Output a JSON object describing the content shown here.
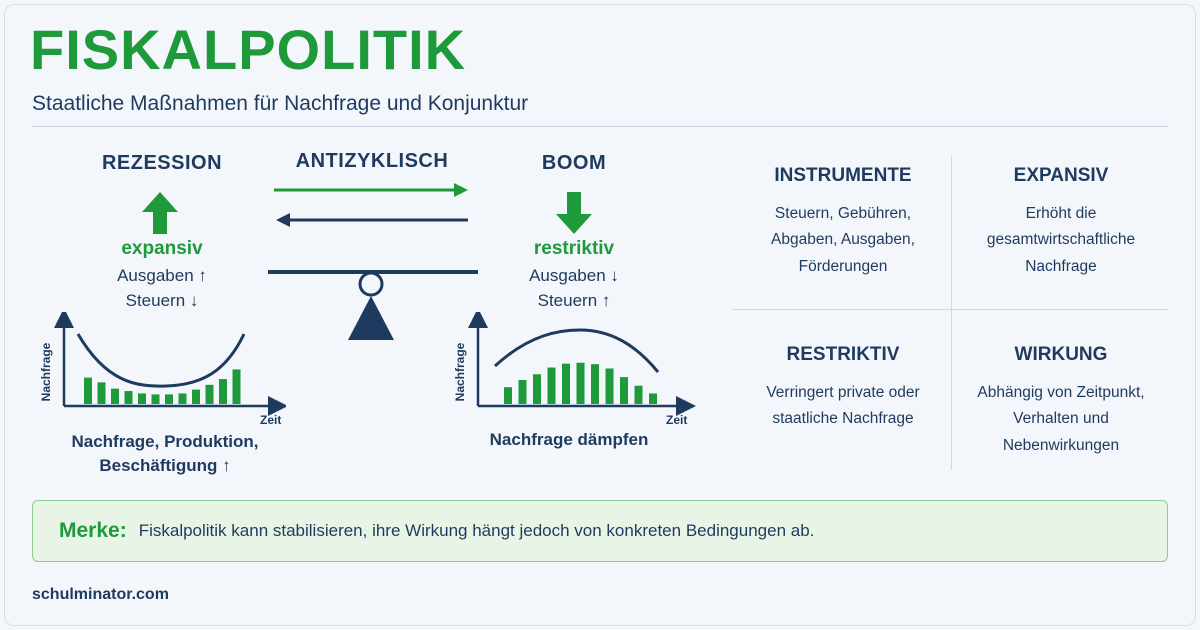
{
  "header": {
    "title": "FISKALPOLITIK",
    "subtitle": "Staatliche Maßnahmen für Nachfrage und Konjunktur"
  },
  "recession": {
    "heading": "REZESSION",
    "policy": "expansiv",
    "line1": "Ausgaben ↑",
    "line2": "Steuern ↓",
    "y_label": "Nachfrage",
    "x_label": "Zeit",
    "caption_line1": "Nachfrage, Produktion,",
    "caption_line2": "Beschäftigung ↑",
    "bars": [
      0.55,
      0.45,
      0.32,
      0.27,
      0.22,
      0.2,
      0.2,
      0.22,
      0.3,
      0.4,
      0.52,
      0.72
    ]
  },
  "center": {
    "heading": "ANTIZYKLISCH"
  },
  "boom": {
    "heading": "BOOM",
    "policy": "restriktiv",
    "line1": "Ausgaben ↓",
    "line2": "Steuern ↑",
    "y_label": "Nachfrage",
    "x_label": "Zeit",
    "caption": "Nachfrage dämpfen",
    "bars": [
      0.35,
      0.5,
      0.62,
      0.76,
      0.84,
      0.86,
      0.83,
      0.74,
      0.56,
      0.38,
      0.22
    ]
  },
  "grid": {
    "instrumente": {
      "heading": "INSTRUMENTE",
      "lines": [
        "Steuern, Gebühren,",
        "Abgaben, Ausgaben,",
        "Förderungen"
      ]
    },
    "expansiv": {
      "heading": "EXPANSIV",
      "lines": [
        "Erhöht die",
        "gesamtwirtschaftliche",
        "Nachfrage"
      ]
    },
    "restriktiv": {
      "heading": "RESTRIKTIV",
      "lines": [
        "Verringert private oder",
        "staatliche Nachfrage"
      ]
    },
    "wirkung": {
      "heading": "WIRKUNG",
      "lines": [
        "Abhängig von Zeitpunkt,",
        "Verhalten und",
        "Nebenwirkungen"
      ]
    }
  },
  "note": {
    "label": "Merke:",
    "text": "Fiskalpolitik kann stabilisieren, ihre Wirkung hängt jedoch von konkreten Bedingungen ab."
  },
  "footer": "schulminator.com",
  "colors": {
    "green": "#1f9a3a",
    "navy": "#1f3a5f",
    "note_bg": "#e8f4e6"
  }
}
